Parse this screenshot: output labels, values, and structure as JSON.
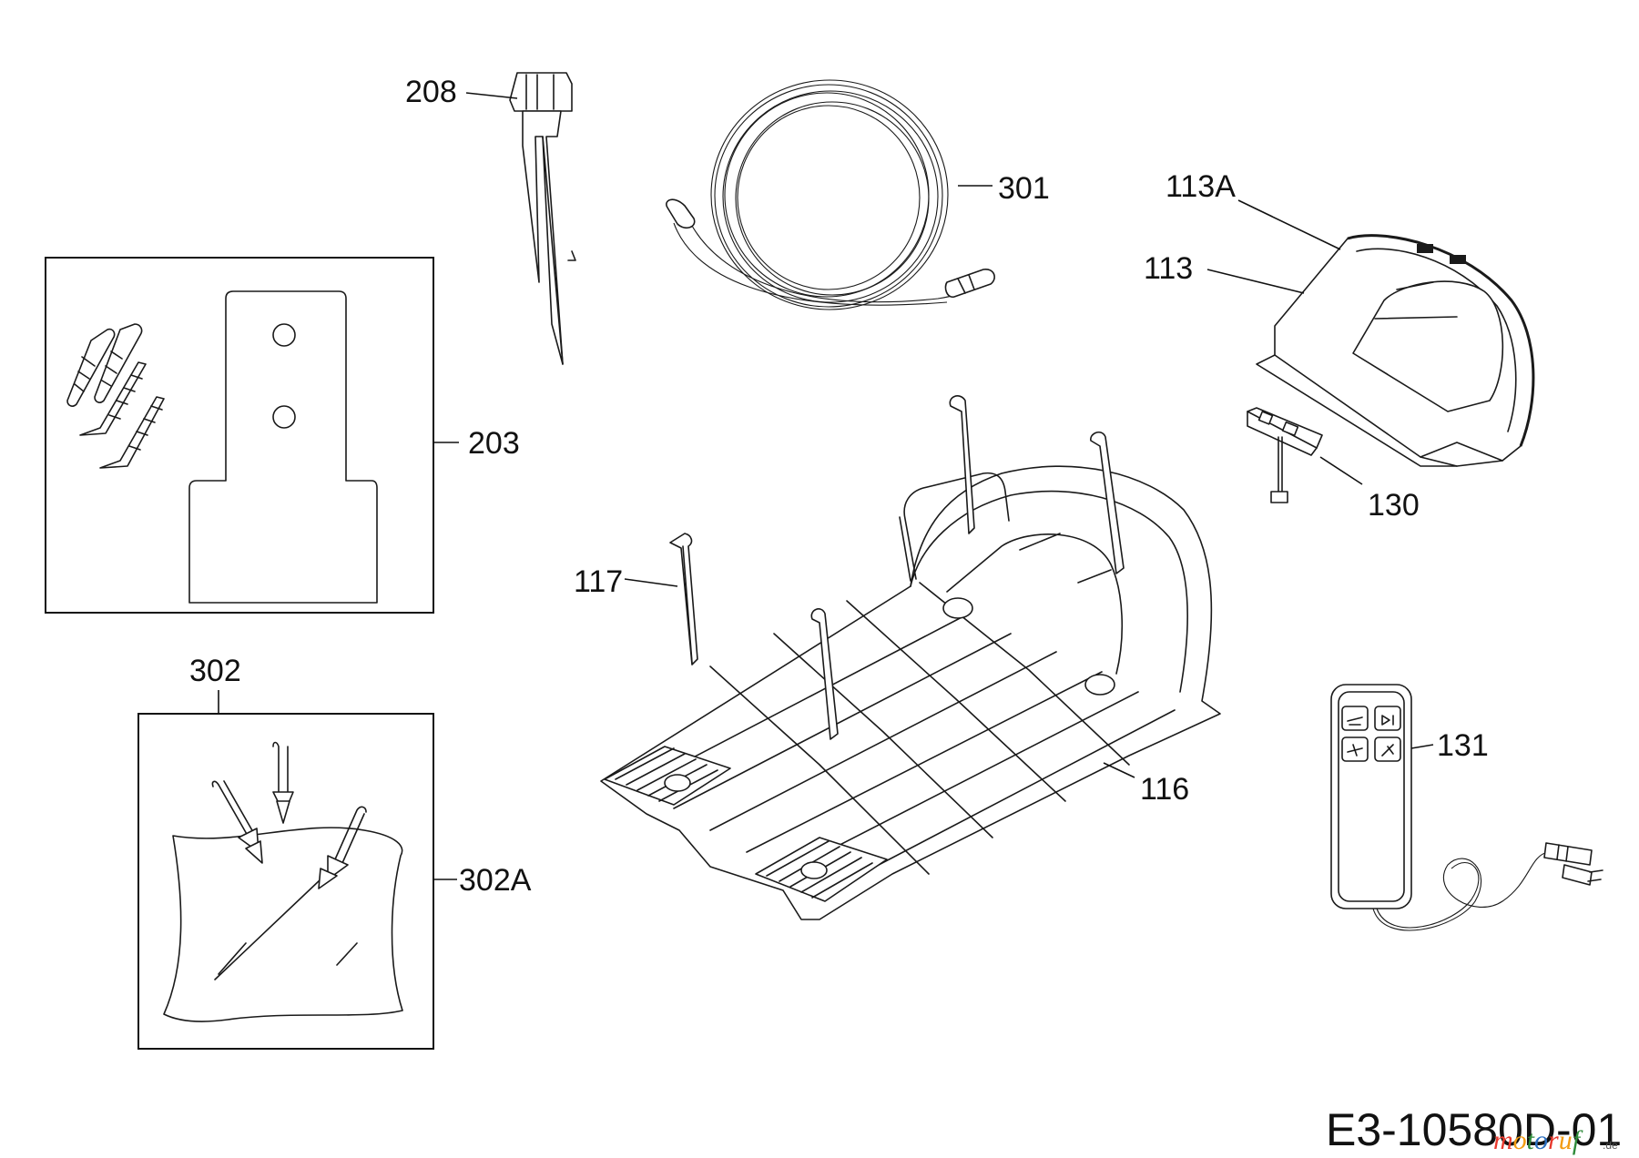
{
  "drawing_number": "E3-10580D-01",
  "watermark": {
    "text": "motoruf",
    "suffix": ".de",
    "colors": [
      "#e8392d",
      "#f39c12",
      "#2e8b3a",
      "#2c6fbf"
    ]
  },
  "callouts": {
    "p208": "208",
    "p301": "301",
    "p113A": "113A",
    "p113": "113",
    "p203": "203",
    "p130": "130",
    "p117": "117",
    "p302": "302",
    "p302A": "302A",
    "p116": "116",
    "p131": "131"
  }
}
